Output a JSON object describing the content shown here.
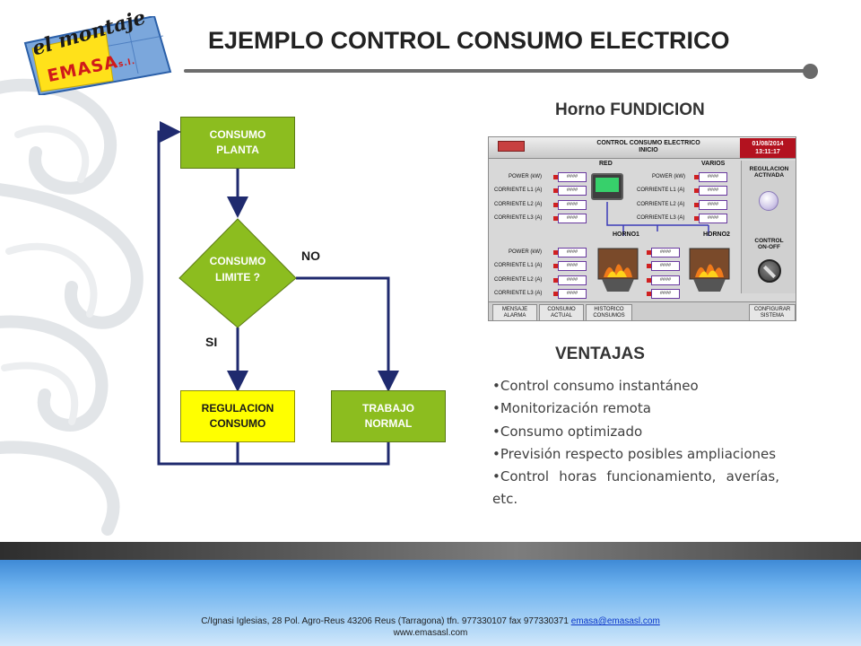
{
  "title": "EJEMPLO CONTROL CONSUMO ELECTRICO",
  "logo": {
    "line1": "el montaje",
    "line2": "EMASA",
    "suffix": "s.l."
  },
  "flowchart": {
    "start": "CONSUMO\nPLANTA",
    "decision": "CONSUMO\nLIMITE ?",
    "yes_label": "SI",
    "no_label": "NO",
    "yes_box": "REGULACION\nCONSUMO",
    "no_box": "TRABAJO\nNORMAL"
  },
  "oven_heading": "Horno FUNDICION",
  "hmi": {
    "title": "CONTROL CONSUMO ELECTRICO\nINICIO",
    "date": "01/08/2014",
    "time": "13:11:17",
    "red_label": "RED",
    "varios_label": "VARIOS",
    "horno1_label": "HORNO1",
    "horno2_label": "HORNO2",
    "regulation_label": "REGULACION\nACTIVADA",
    "control_label": "CONTROL\nON-OFF",
    "value_placeholder": "####",
    "row_labels": [
      "POWER (kW)",
      "CORRIENTE L1 (A)",
      "CORRIENTE L2 (A)",
      "CORRIENTE L3 (A)"
    ],
    "tabs": [
      "MENSAJE\nALARMA",
      "CONSUMO\nACTUAL",
      "HISTORICO\nCONSUMOS",
      "CONFIGURAR\nSISTEMA"
    ]
  },
  "advantages": {
    "heading": "VENTAJAS",
    "items": [
      "•Control consumo instantáneo",
      "•Monitorización remota",
      "•Consumo optimizado",
      "•Previsión respecto posibles ampliaciones",
      "•Control horas funcionamiento, averías, etc."
    ]
  },
  "footer": {
    "address": "C/Ignasi Iglesias, 28 Pol. Agro-Reus 43206 Reus (Tarragona) tfn. 977330107 fax 977330371 ",
    "email": "emasa@emasasl.com",
    "website": "www.emasasl.com"
  },
  "colors": {
    "flow_green": "#8cbd1f",
    "flow_yellow": "#ffff00",
    "flow_line": "#1f2a6e",
    "hmi_date_bg": "#b3121f",
    "footer_blue": "#3f8ad6"
  }
}
